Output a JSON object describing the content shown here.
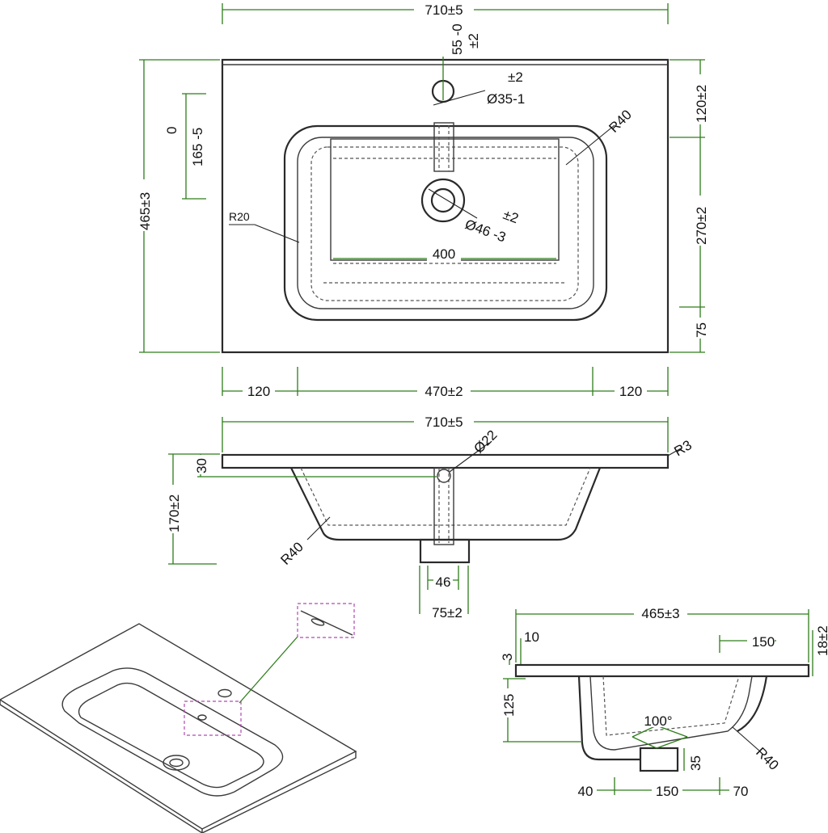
{
  "top_view": {
    "width": "710±5",
    "depth": "465±3",
    "tap_hole_offset_a": "55 -0",
    "tap_hole_offset_b": "±2",
    "tap_hole_dia_tol": "±2",
    "tap_hole_dia": "Ø35-1",
    "corner_radius": "R40",
    "front_margin": "120±2",
    "bowl_depth": "270±2",
    "back_margin": "75",
    "bowl_offset_a": "0",
    "bowl_offset_b": "165 -5",
    "inner_radius": "R20",
    "drain_tol": "±2",
    "drain_dia": "Ø46 -3",
    "bowl_inner_width": "400",
    "side_left": "120",
    "bowl_width": "470±2",
    "side_right": "120"
  },
  "front_view": {
    "width": "710±5",
    "overflow_dia": "Ø22",
    "edge_radius": "R3",
    "rim_thickness": "30",
    "total_height": "170±2",
    "bowl_radius": "R40",
    "drain_inner": "46",
    "drain_outer": "75±2"
  },
  "side_view": {
    "depth": "465±3",
    "rim": "10",
    "rim_top": "3",
    "overflow_pos": "150",
    "right_height": "18±2",
    "bowl_height": "125",
    "slope_angle": "100°",
    "drain_height": "35",
    "bowl_radius": "R40",
    "left_margin": "40",
    "bottom_width": "150",
    "right_margin": "70"
  },
  "colors": {
    "outline": "#2a2a2a",
    "dimension": "#2e7d1a",
    "detail": "#b04ab0"
  }
}
